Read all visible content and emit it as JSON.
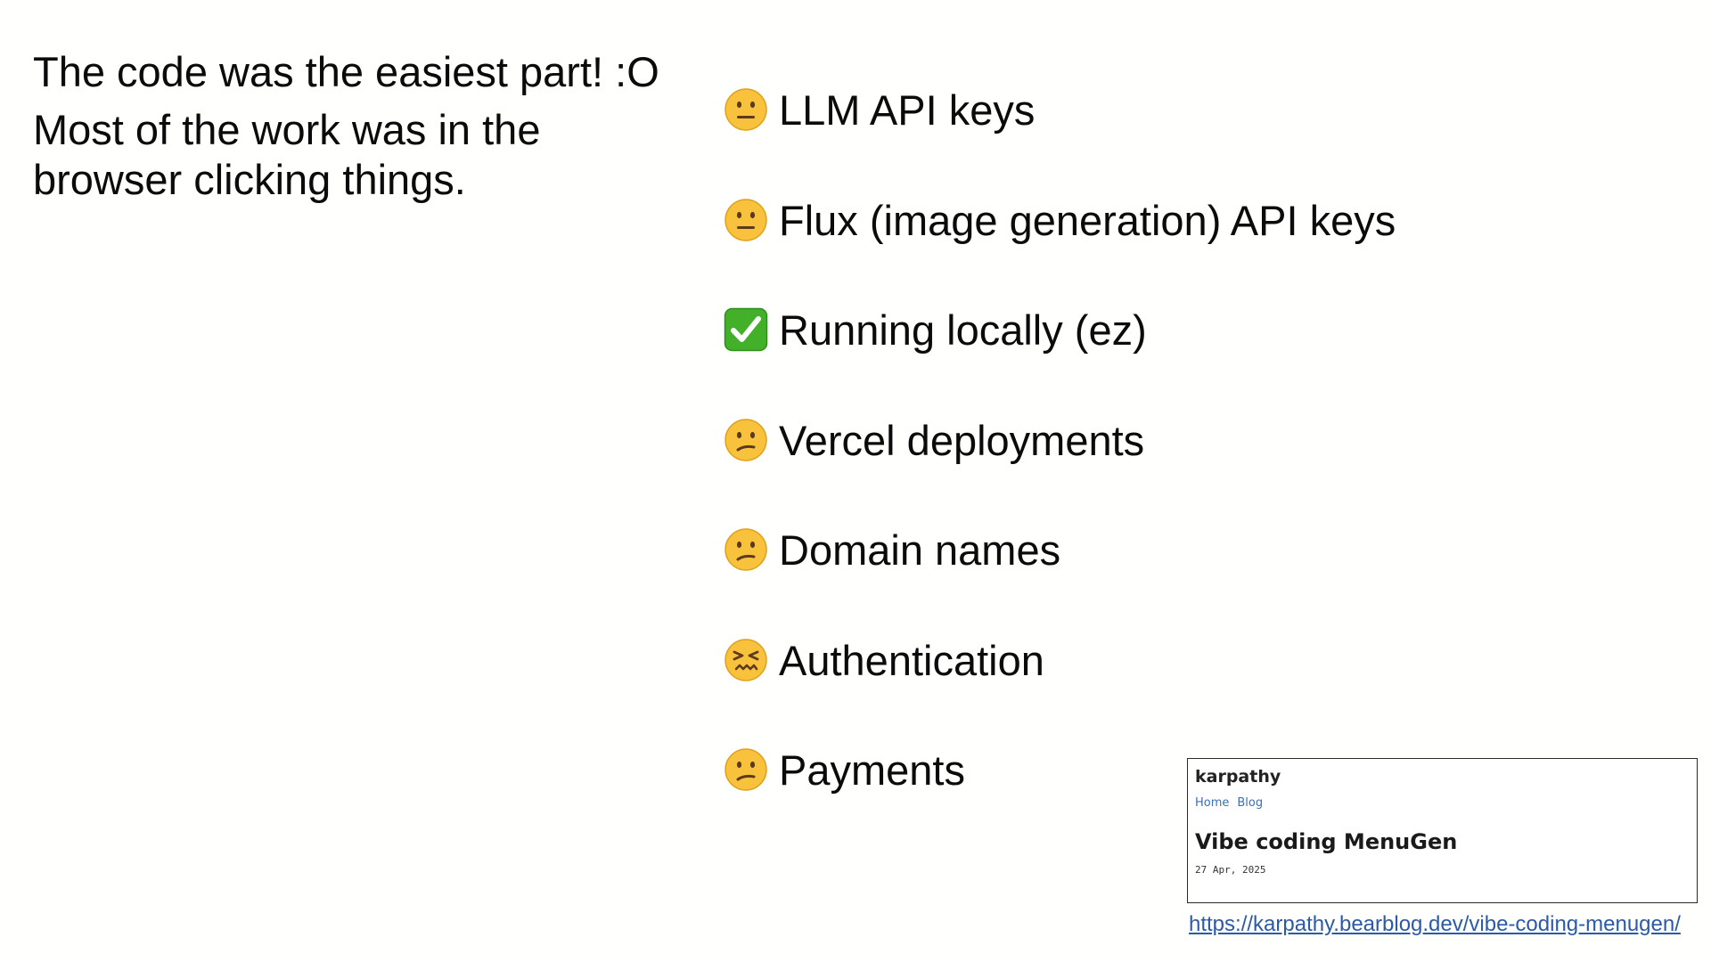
{
  "left": {
    "headline": "The code was the easiest part! :O",
    "body_line1": "Most of the work was in the",
    "body_line2": "browser clicking things."
  },
  "checklist": [
    {
      "icon": "neutral-face-emoji",
      "label": "LLM API keys"
    },
    {
      "icon": "neutral-face-emoji",
      "label": "Flux (image generation) API keys"
    },
    {
      "icon": "check-mark-button-emoji",
      "label": "Running locally (ez)"
    },
    {
      "icon": "confused-face-emoji",
      "label": "Vercel deployments"
    },
    {
      "icon": "confused-face-emoji",
      "label": "Domain names"
    },
    {
      "icon": "confounded-face-emoji",
      "label": "Authentication"
    },
    {
      "icon": "confused-face-emoji",
      "label": "Payments"
    }
  ],
  "blog_card": {
    "site_name": "karpathy",
    "nav": [
      "Home",
      "Blog"
    ],
    "title": "Vibe coding MenuGen",
    "date": "27 Apr, 2025"
  },
  "link": {
    "text": "https://karpathy.bearblog.dev/vibe-coding-menugen/"
  },
  "colors": {
    "emoji_yellow": "#F9C23C",
    "emoji_outline": "#E0A21C",
    "check_green": "#43B02A",
    "link_blue": "#2B5AA8"
  }
}
